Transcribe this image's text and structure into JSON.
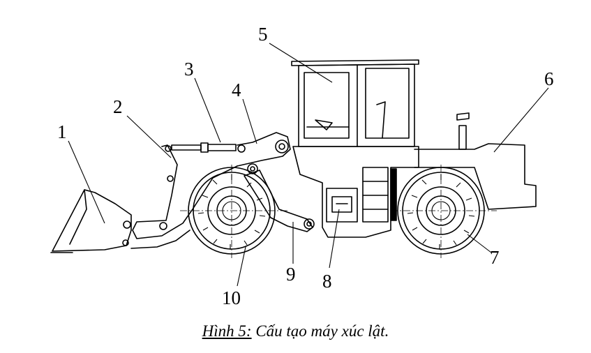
{
  "figure": {
    "caption_label": "Hình 5:",
    "caption_text": "Cấu tạo máy xúc lật.",
    "labels": [
      "1",
      "2",
      "3",
      "4",
      "5",
      "6",
      "7",
      "8",
      "9",
      "10"
    ]
  },
  "colors": {
    "line": "#000000",
    "background": "#ffffff"
  }
}
